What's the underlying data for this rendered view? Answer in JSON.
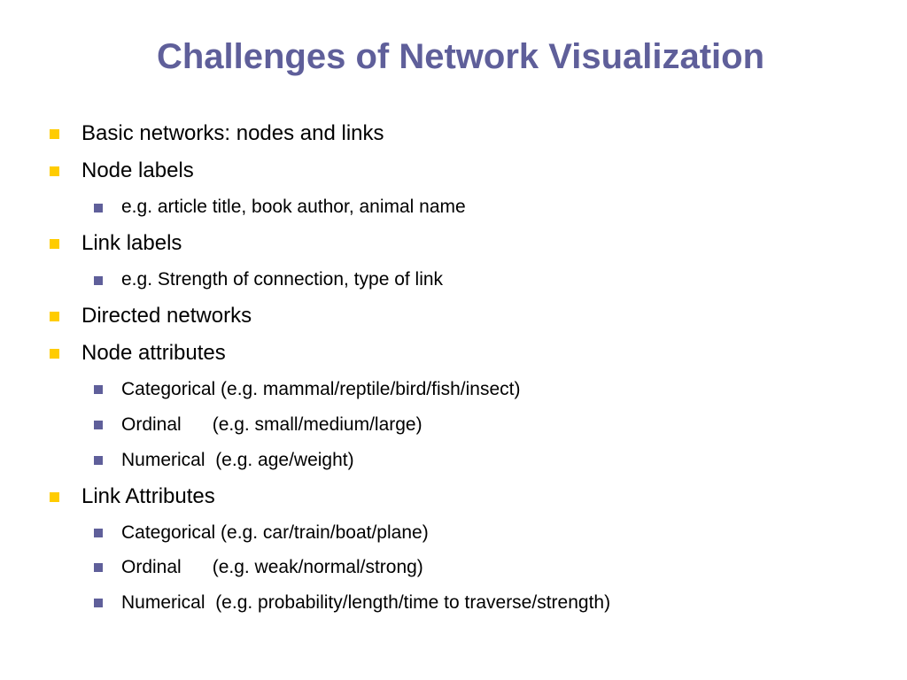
{
  "slide": {
    "title": "Challenges of Network Visualization",
    "colors": {
      "title": "#5f5f9a",
      "level1_marker": "#ffcc00",
      "level2_marker": "#5f5f9a",
      "text": "#000000",
      "background": "#ffffff"
    },
    "marker_icons": {
      "level1": "yellow-square-bullet-icon",
      "level2": "slate-square-bullet-icon"
    },
    "bullets": [
      {
        "level": 1,
        "text": "Basic networks: nodes and links"
      },
      {
        "level": 1,
        "text": "Node labels"
      },
      {
        "level": 2,
        "text": "e.g. article title, book author, animal name"
      },
      {
        "level": 1,
        "text": "Link labels"
      },
      {
        "level": 2,
        "text": "e.g. Strength of connection, type of link"
      },
      {
        "level": 1,
        "text": "Directed networks"
      },
      {
        "level": 1,
        "text": "Node attributes"
      },
      {
        "level": 2,
        "text": "Categorical (e.g. mammal/reptile/bird/fish/insect)"
      },
      {
        "level": 2,
        "text": "Ordinal      (e.g. small/medium/large)"
      },
      {
        "level": 2,
        "text": "Numerical  (e.g. age/weight)"
      },
      {
        "level": 1,
        "text": "Link Attributes"
      },
      {
        "level": 2,
        "text": "Categorical (e.g. car/train/boat/plane)"
      },
      {
        "level": 2,
        "text": "Ordinal      (e.g. weak/normal/strong)"
      },
      {
        "level": 2,
        "text": "Numerical  (e.g. probability/length/time to traverse/strength)"
      }
    ]
  }
}
